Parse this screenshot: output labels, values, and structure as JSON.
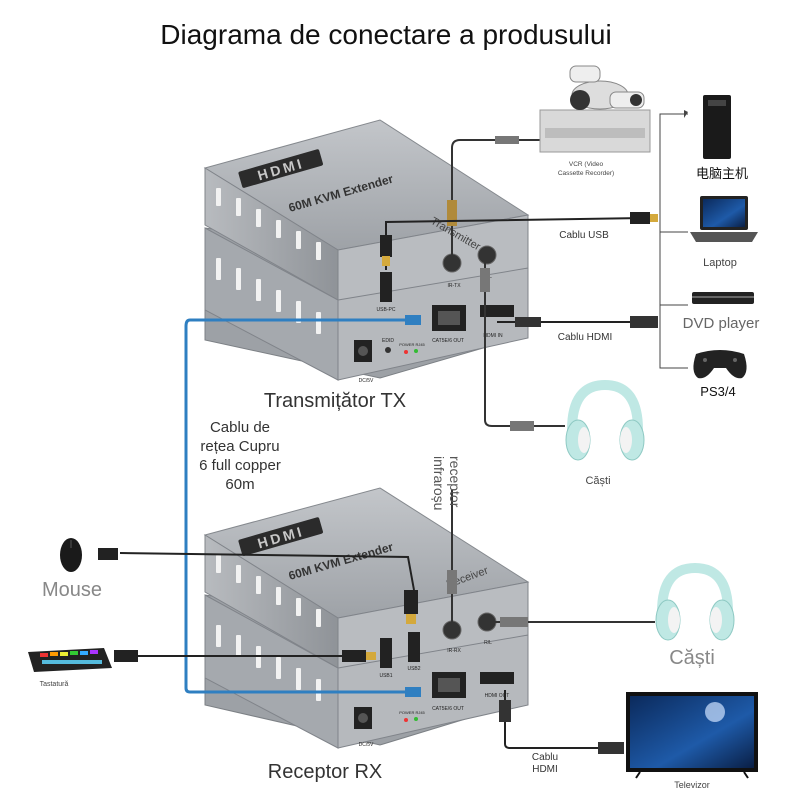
{
  "title": "Diagrama de conectare a produsului",
  "tx": {
    "label": "Transmițător TX",
    "hdmi_logo": "HDMI",
    "model": "60M KVM Extender",
    "side_text": "Transmitter",
    "ports": {
      "usb": "USB-PC",
      "ir": "IR-TX",
      "rl": "R/L",
      "cat": "CAT5E/6 OUT",
      "hdmi": "HDMI IN",
      "edid": "EDID",
      "power": "POWER RJ45",
      "dc": "DC/5V"
    }
  },
  "rx": {
    "label": "Receptor RX",
    "hdmi_logo": "HDMI",
    "model": "60M KVM Extender",
    "side_text": "Receiver",
    "ports": {
      "usb1": "USB1",
      "usb2": "USB2",
      "ir": "IR-RX",
      "rl": "R/L",
      "cat": "CAT5E/6 OUT",
      "hdmi": "HDMI OUT",
      "power": "POWER RJ45",
      "dc": "DC/5V"
    }
  },
  "cable": {
    "line1": "Cablu de",
    "line2": "rețea Cupru",
    "line3": "6 full copper",
    "line4": "60m"
  },
  "infrared": {
    "line1": "receptor",
    "line2": "infraroșu"
  },
  "devices": {
    "vcr_line1": "VCR (Video",
    "vcr_line2": "Cassette Recorder)",
    "pc": "电脑主机",
    "laptop": "Laptop",
    "dvd": "DVD player",
    "ps": "PS3/4",
    "headphones_tx": "Căști",
    "headphones_rx": "Căști",
    "mouse": "Mouse",
    "keyboard": "Tastatură",
    "tv": "Televizor"
  },
  "cables": {
    "usb": "Cablu USB",
    "hdmi_tx": "Cablu HDMI",
    "hdmi_rx_line1": "Cablu",
    "hdmi_rx_line2": "HDMI"
  },
  "colors": {
    "device_body": "#a9adb2",
    "network_cable": "#2f7fc1",
    "headphones": "#bfe8e4"
  }
}
